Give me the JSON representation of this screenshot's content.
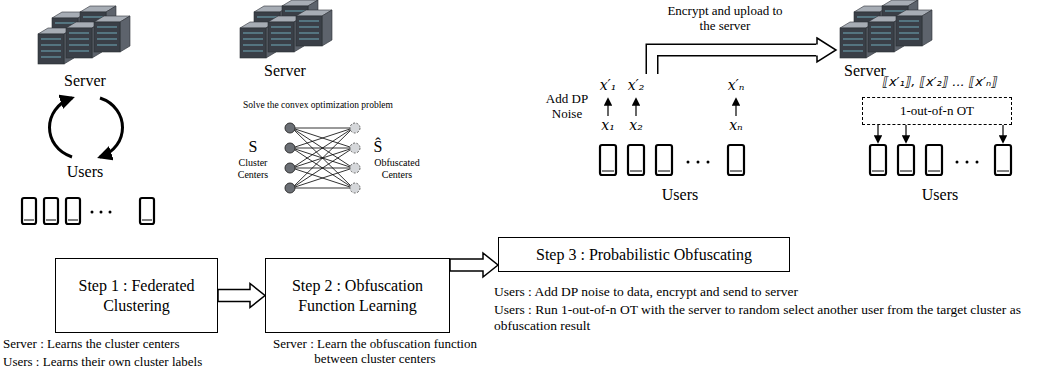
{
  "diagram": {
    "nodes": [
      {
        "text": [
          "Step 1 : Federated Clustering"
        ]
      },
      {
        "text": [
          "Step 2 : Obfuscation Function Learning"
        ]
      },
      {
        "text": [
          "Step 3 : Probabilistic Obfuscating"
        ]
      },
      {
        "text": [
          "1-out-of-n OT"
        ]
      }
    ],
    "edges": [
      {
        "from": 0,
        "to": 1,
        "arrow": "to"
      },
      {
        "from": 1,
        "to": 2,
        "arrow": "to"
      }
    ],
    "labels": [
      "Server",
      "Users",
      "Server",
      "Solve the convex optimization problem",
      "S",
      "Cluster Centers",
      "Ŝ",
      "Obfuscated Centers",
      "Encrypt and upload to the server",
      "Server",
      "Add DP Noise",
      "x′₁",
      "x′₂",
      "x′ₙ",
      "x₁",
      "x₂",
      "xₙ",
      "⟦x′₁⟧, ⟦x′₂⟧ ... ⟦x′ₙ⟧",
      "Users",
      "Users",
      "Server : Learns the cluster centers",
      "Users : Learns their own cluster labels",
      "Server : Learn the obfuscation function between cluster centers",
      "Users : Add DP noise to data, encrypt and send to server",
      "Users : Run 1-out-of-n OT with the server to random select another user from the target cluster as obfuscation result"
    ]
  }
}
